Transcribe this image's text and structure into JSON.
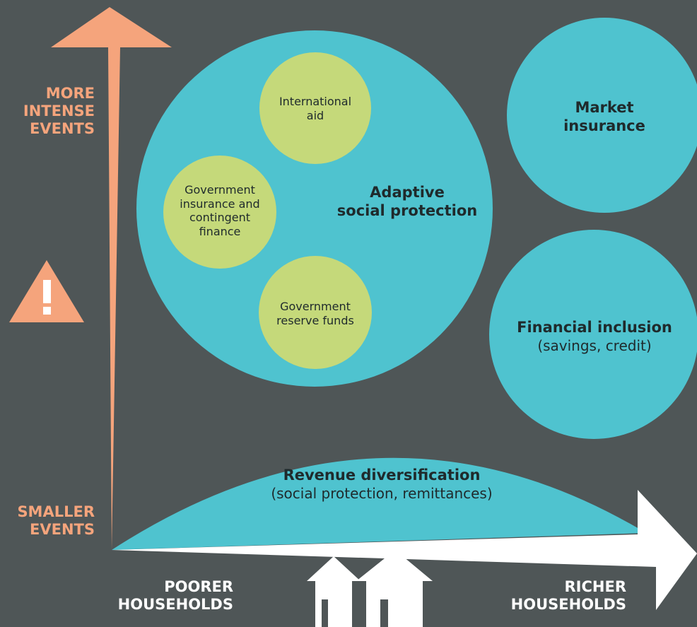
{
  "axes": {
    "vertical_top_label": [
      "MORE",
      "INTENSE",
      "EVENTS"
    ],
    "vertical_bottom_label": [
      "SMALLER",
      "EVENTS"
    ],
    "horizontal_left_label": [
      "POORER",
      "HOUSEHOLDS"
    ],
    "horizontal_right_label": [
      "RICHER",
      "HOUSEHOLDS"
    ]
  },
  "circles": {
    "adaptive": {
      "title": [
        "Adaptive",
        "social protection"
      ]
    },
    "international_aid": {
      "label": [
        "International",
        "aid"
      ]
    },
    "gov_insurance": {
      "label": [
        "Government",
        "insurance and",
        "contingent",
        "finance"
      ]
    },
    "gov_reserve": {
      "label": [
        "Government",
        "reserve funds"
      ]
    },
    "market_insurance": {
      "title": [
        "Market",
        "insurance"
      ]
    },
    "financial_inclusion": {
      "title": "Financial inclusion",
      "subtitle": "(savings, credit)"
    },
    "revenue": {
      "title": "Revenue diversification",
      "subtitle": "(social protection, remittances)"
    }
  },
  "icons": {
    "warning": "warning-icon",
    "houses": "houses-icon"
  },
  "colors": {
    "background": "#4f5657",
    "teal": "#4fc3cf",
    "green": "#c5d97a",
    "orange": "#f5a47c",
    "white": "#ffffff",
    "dark_text": "#1f2a2c"
  }
}
